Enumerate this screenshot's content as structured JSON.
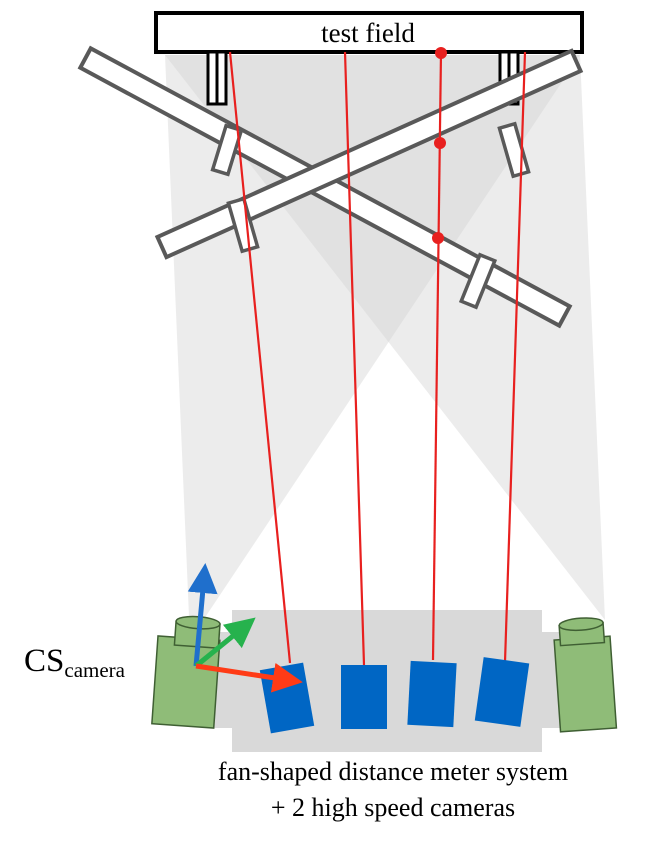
{
  "labels": {
    "test_field": "test field",
    "cs_main": "CS",
    "cs_sub": "camera",
    "caption_line1": "fan-shaped distance meter system",
    "caption_line2": "+ 2 high speed cameras"
  },
  "colors": {
    "laser": "#e8201f",
    "meter": "#0066c4",
    "camera_fill": "#8fbc78",
    "camera_stroke": "#3f5f33",
    "frame_stroke": "#595959",
    "frame_fill": "#ffffff",
    "base_fill": "#d9d9d9",
    "field_of_view": "#cfcfcf",
    "axis_x": "#ff3b16",
    "axis_y": "#26b24d",
    "axis_z": "#1f6fcc"
  },
  "icons": {
    "camera": "camera-icon",
    "distance_meter": "distance-meter-icon",
    "coordinate_system": "axes-icon"
  }
}
